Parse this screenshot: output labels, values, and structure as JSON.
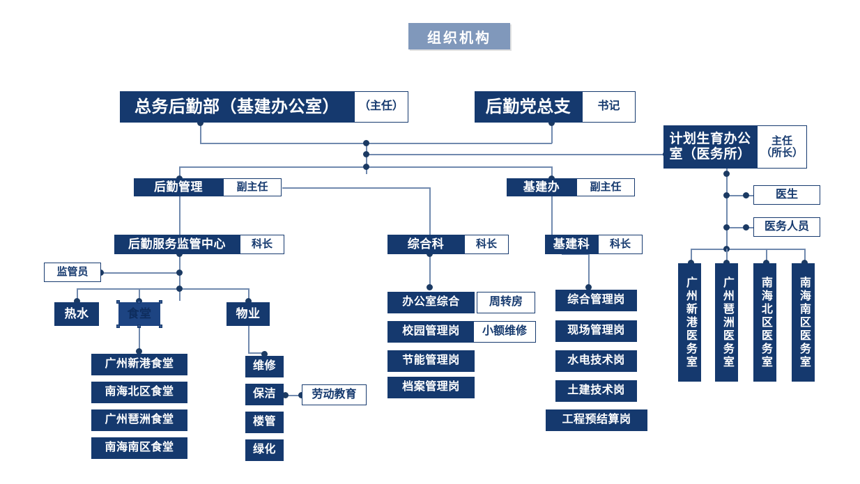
{
  "chart_data": {
    "type": "diagram",
    "title": "组织机构",
    "subtype": "organization-chart",
    "accent_dark": "#15396e",
    "accent_line": "#7089ae",
    "title_chip_color": "#8098bb",
    "nodes": [
      {
        "id": "general-affairs",
        "label": "总务后勤部（基建办公室）",
        "role": "（主任）",
        "level": 1
      },
      {
        "id": "party-branch",
        "label": "后勤党总支",
        "role": "书记",
        "level": 1
      },
      {
        "id": "family-planning",
        "label": "计划生育办公室（医务所）",
        "role": "主任（所长）",
        "level": 1
      },
      {
        "id": "logistics-mgmt",
        "label": "后勤管理",
        "role": "副主任",
        "level": 2
      },
      {
        "id": "construction-office",
        "label": "基建办",
        "role": "副主任",
        "level": 2
      },
      {
        "id": "service-center",
        "label": "后勤服务监管中心",
        "role": "科长",
        "level": 3
      },
      {
        "id": "comprehensive-dept",
        "label": "综合科",
        "role": "科长",
        "level": 3
      },
      {
        "id": "construction-dept",
        "label": "基建科",
        "role": "科长",
        "level": 3
      },
      {
        "id": "doctor",
        "label": "医生",
        "level": 3
      },
      {
        "id": "medical-staff",
        "label": "医务人员",
        "level": 3
      },
      {
        "id": "supervisor",
        "label": "监管员",
        "level": 4
      },
      {
        "id": "hot-water",
        "label": "热水",
        "level": 4
      },
      {
        "id": "canteen",
        "label": "食堂",
        "level": 4,
        "selected": true
      },
      {
        "id": "property",
        "label": "物业",
        "level": 4
      }
    ],
    "edges": [
      {
        "from": "general-affairs",
        "to": "logistics-mgmt"
      },
      {
        "from": "general-affairs",
        "to": "construction-office"
      },
      {
        "from": "party-branch",
        "to": "logistics-mgmt"
      },
      {
        "from": "party-branch",
        "to": "construction-office"
      },
      {
        "from": "general-affairs",
        "to": "family-planning"
      },
      {
        "from": "logistics-mgmt",
        "to": "service-center"
      },
      {
        "from": "logistics-mgmt",
        "to": "comprehensive-dept"
      },
      {
        "from": "construction-office",
        "to": "construction-dept"
      },
      {
        "from": "service-center",
        "to": "supervisor"
      },
      {
        "from": "service-center",
        "to": "hot-water"
      },
      {
        "from": "service-center",
        "to": "canteen"
      },
      {
        "from": "service-center",
        "to": "property"
      },
      {
        "from": "family-planning",
        "to": "doctor"
      },
      {
        "from": "family-planning",
        "to": "medical-staff"
      },
      {
        "from": "canteen",
        "to": "canteen-list"
      },
      {
        "from": "property",
        "to": "property-list"
      }
    ]
  },
  "title": {
    "text": "组织机构"
  },
  "level1": {
    "general_affairs": {
      "label": "总务后勤部（基建办公室）",
      "role": "（主任）"
    },
    "party_branch": {
      "label": "后勤党总支",
      "role": "书记"
    },
    "family_planning": {
      "label": "计划生育办公\n室（医务所）",
      "line1": "计划生育办公",
      "line2": "室（医务所）",
      "role_line1": "主任",
      "role_line2": "（所长）"
    }
  },
  "level2": {
    "logistics": {
      "label": "后勤管理",
      "role": "副主任"
    },
    "construction": {
      "label": "基建办",
      "role": "副主任"
    }
  },
  "level3": {
    "service_center": {
      "label": "后勤服务监管中心",
      "role": "科长"
    },
    "comprehensive": {
      "label": "综合科",
      "role": "科长"
    },
    "construction_dept": {
      "label": "基建科",
      "role": "科长"
    },
    "doctor": {
      "label": "医生"
    },
    "medical_staff": {
      "label": "医务人员"
    }
  },
  "logistics_branch": {
    "supervisor": {
      "label": "监管员"
    },
    "hot_water": {
      "label": "热水"
    },
    "canteen": {
      "label": "食堂"
    },
    "property": {
      "label": "物业"
    },
    "canteens": [
      {
        "label": "广州新港食堂"
      },
      {
        "label": "南海北区食堂"
      },
      {
        "label": "广州琶洲食堂"
      },
      {
        "label": "南海南区食堂"
      }
    ],
    "property_items": [
      {
        "label": "维修"
      },
      {
        "label": "保洁"
      },
      {
        "label": "楼管"
      },
      {
        "label": "绿化"
      }
    ],
    "labor_education": {
      "label": "劳动教育"
    }
  },
  "comprehensive_branch": {
    "posts": [
      {
        "label": "办公室综合"
      },
      {
        "label": "校园管理岗"
      },
      {
        "label": "节能管理岗"
      },
      {
        "label": "档案管理岗"
      }
    ],
    "side": [
      {
        "label": "周转房"
      },
      {
        "label": "小额维修"
      }
    ]
  },
  "construction_branch": {
    "posts": [
      {
        "label": "综合管理岗"
      },
      {
        "label": "现场管理岗"
      },
      {
        "label": "水电技术岗"
      },
      {
        "label": "土建技术岗"
      },
      {
        "label": "工程预结算岗"
      }
    ]
  },
  "medical_rooms": [
    {
      "label": "广州新港医务室"
    },
    {
      "label": "广州琶洲医务室"
    },
    {
      "label": "南海北区医务室"
    },
    {
      "label": "南海南区医务室"
    }
  ]
}
